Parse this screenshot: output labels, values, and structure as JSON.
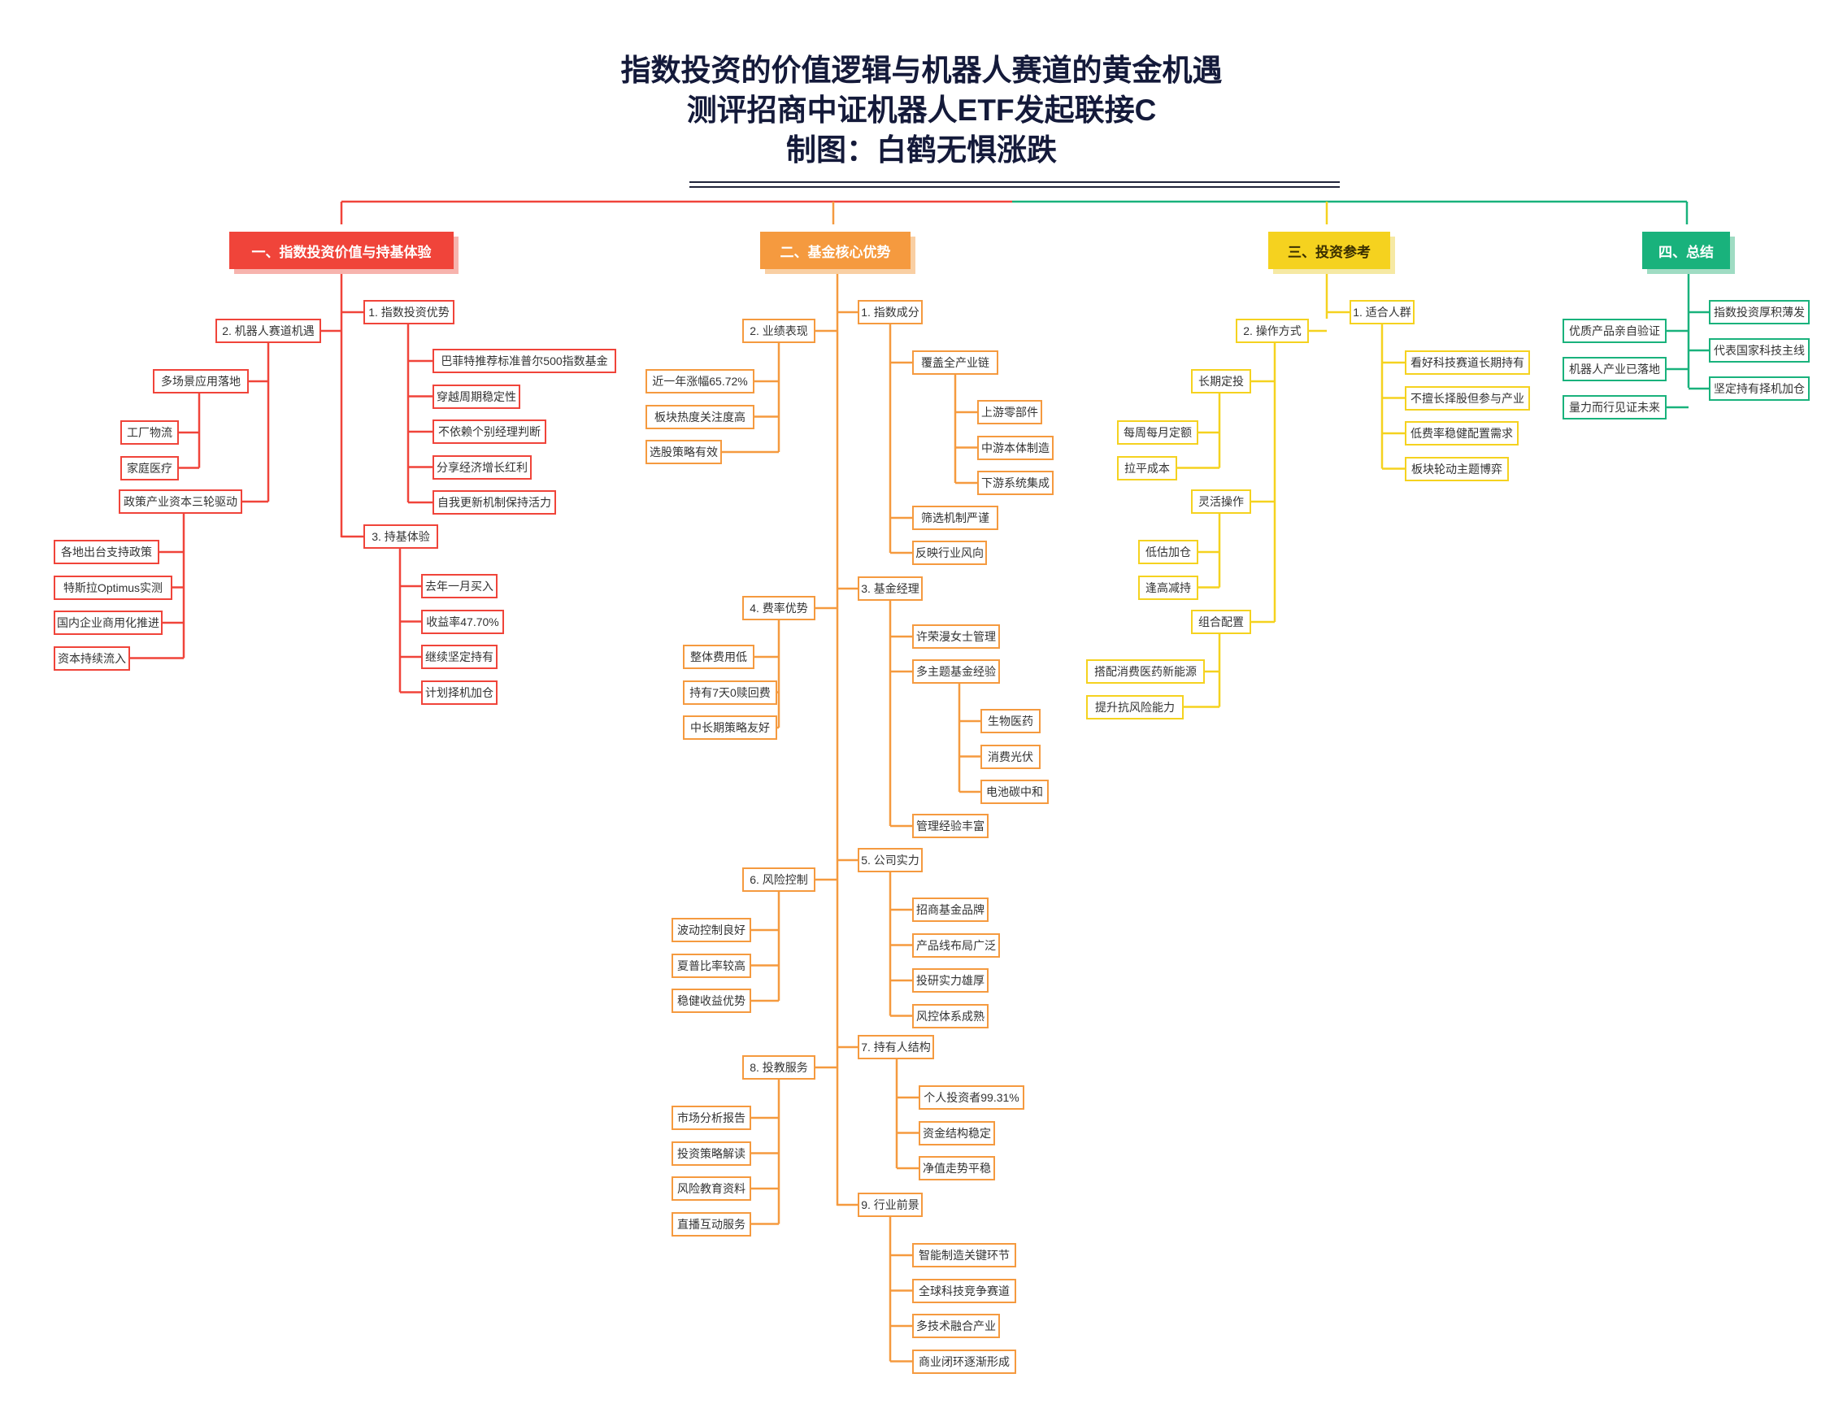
{
  "title_lines": [
    "指数投资的价值逻辑与机器人赛道的黄金机遇",
    "测评招商中证机器人ETF发起联接C",
    "制图：白鹤无惧涨跌"
  ],
  "colors": {
    "red": "#f0443a",
    "orange": "#f59a3f",
    "yellow": "#f5d21f",
    "green": "#19b27c",
    "title": "#141a3a"
  },
  "branches": {
    "b1": {
      "label": "一、指数投资价值与持基体验",
      "right": {
        "advantages": {
          "label": "1. 指数投资优势",
          "items": [
            "巴菲特推荐标准普尔500指数基金",
            "穿越周期稳定性",
            "不依赖个别经理判断",
            "分享经济增长红利",
            "自我更新机制保持活力"
          ]
        },
        "experience": {
          "label": "3. 持基体验",
          "items": [
            "去年一月买入",
            "收益率47.70%",
            "继续坚定持有",
            "计划择机加仓"
          ]
        }
      },
      "left": {
        "label": "2. 机器人赛道机遇",
        "scene": {
          "label": "多场景应用落地",
          "items": [
            "工厂物流",
            "家庭医疗"
          ]
        },
        "policy": {
          "label": "政策产业资本三轮驱动",
          "items": [
            "各地出台支持政策",
            "特斯拉Optimus实测",
            "国内企业商用化推进",
            "资本持续流入"
          ]
        }
      }
    },
    "b2": {
      "label": "二、基金核心优势",
      "right": {
        "index": {
          "label": "1. 指数成分",
          "chain": {
            "label": "覆盖全产业链",
            "items": [
              "上游零部件",
              "中游本体制造",
              "下游系统集成"
            ]
          },
          "items": [
            "筛选机制严谨",
            "反映行业风向"
          ]
        },
        "manager": {
          "label": "3. 基金经理",
          "items": [
            "许荣漫女士管理"
          ],
          "multi": {
            "label": "多主题基金经验",
            "items": [
              "生物医药",
              "消费光伏",
              "电池碳中和"
            ]
          },
          "tail": [
            "管理经验丰富"
          ]
        },
        "company": {
          "label": "5. 公司实力",
          "items": [
            "招商基金品牌",
            "产品线布局广泛",
            "投研实力雄厚",
            "风控体系成熟"
          ]
        },
        "holders": {
          "label": "7. 持有人结构",
          "items": [
            "个人投资者99.31%",
            "资金结构稳定",
            "净值走势平稳"
          ]
        },
        "outlook": {
          "label": "9. 行业前景",
          "items": [
            "智能制造关键环节",
            "全球科技竞争赛道",
            "多技术融合产业",
            "商业闭环逐渐形成"
          ]
        }
      },
      "left": {
        "performance": {
          "label": "2. 业绩表现",
          "items": [
            "近一年涨幅65.72%",
            "板块热度关注度高",
            "选股策略有效"
          ]
        },
        "fees": {
          "label": "4. 费率优势",
          "items": [
            "整体费用低",
            "持有7天0赎回费",
            "中长期策略友好"
          ]
        },
        "risk": {
          "label": "6. 风险控制",
          "items": [
            "波动控制良好",
            "夏普比率较高",
            "稳健收益优势"
          ]
        },
        "service": {
          "label": "8. 投教服务",
          "items": [
            "市场分析报告",
            "投资策略解读",
            "风险教育资料",
            "直播互动服务"
          ]
        }
      }
    },
    "b3": {
      "label": "三、投资参考",
      "right": {
        "label": "1. 适合人群",
        "items": [
          "看好科技赛道长期持有",
          "不擅长择股但参与产业",
          "低费率稳健配置需求",
          "板块轮动主题博弈"
        ]
      },
      "left": {
        "label": "2. 操作方式",
        "groups": [
          {
            "label": "长期定投",
            "items": [
              "每周每月定额",
              "拉平成本"
            ]
          },
          {
            "label": "灵活操作",
            "items": [
              "低估加仓",
              "逢高减持"
            ]
          },
          {
            "label": "组合配置",
            "items": [
              "搭配消费医药新能源",
              "提升抗风险能力"
            ]
          }
        ]
      }
    },
    "b4": {
      "label": "四、总结",
      "right": [
        "指数投资厚积薄发",
        "代表国家科技主线",
        "坚定持有择机加仓"
      ],
      "left": [
        "优质产品亲自验证",
        "机器人产业已落地",
        "量力而行见证未来"
      ]
    }
  }
}
